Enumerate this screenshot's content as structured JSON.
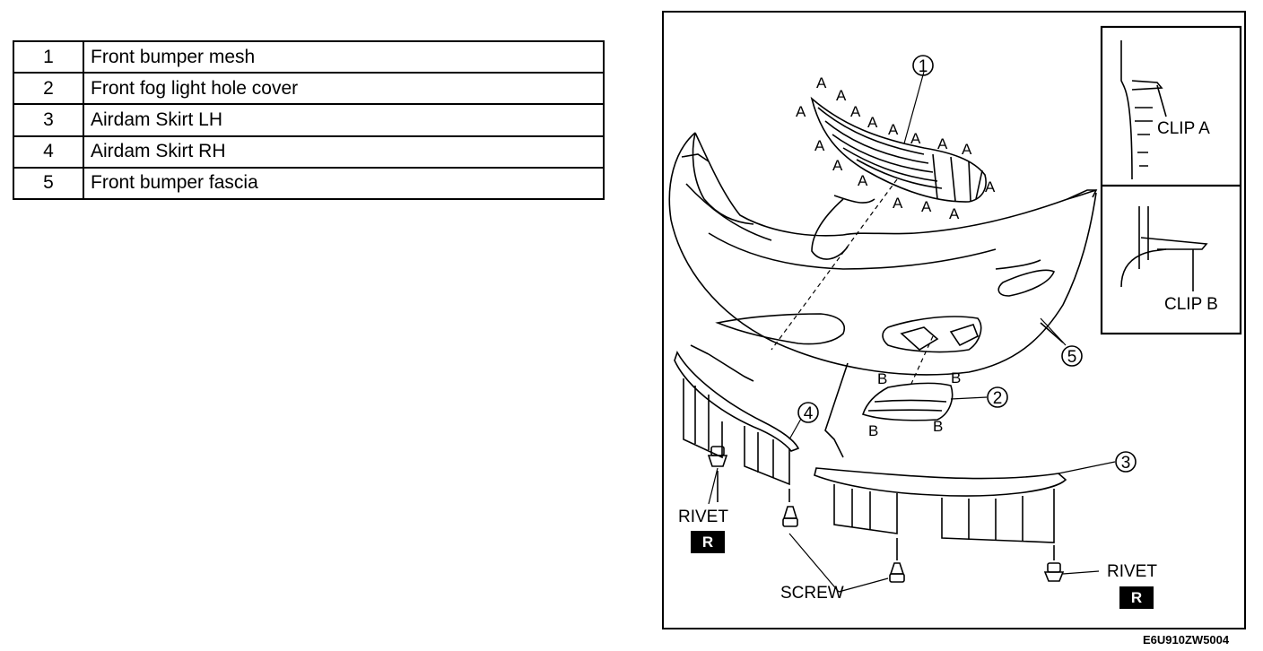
{
  "parts": [
    {
      "no": "1",
      "name": "Front bumper mesh"
    },
    {
      "no": "2",
      "name": "Front fog light hole cover"
    },
    {
      "no": "3",
      "name": "Airdam Skirt LH"
    },
    {
      "no": "4",
      "name": "Airdam Skirt RH"
    },
    {
      "no": "5",
      "name": "Front bumper fascia"
    }
  ],
  "diagram": {
    "callouts": [
      "1",
      "2",
      "3",
      "4",
      "5"
    ],
    "clip_a_label": "CLIP A",
    "clip_b_label": "CLIP B",
    "clip_a_marker": "A",
    "clip_b_marker": "B",
    "rivet_label": "RIVET",
    "screw_label": "SCREW",
    "reuse_badge": "R",
    "drawing_code": "E6U910ZW5004"
  }
}
